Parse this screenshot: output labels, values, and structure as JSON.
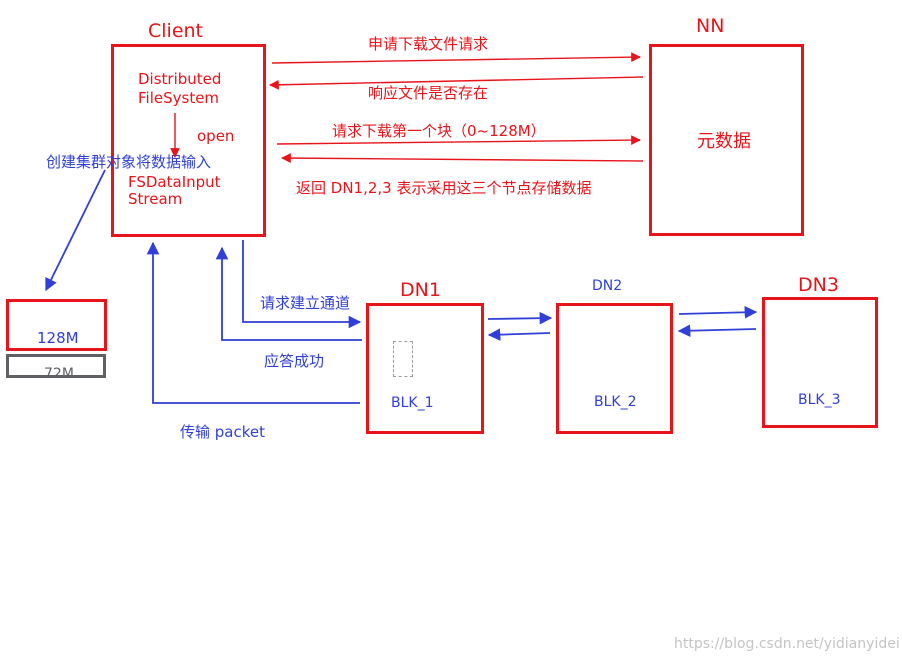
{
  "client": {
    "title": "Client",
    "label_line1": "Distributed",
    "label_line2": "FileSystem",
    "open": "open",
    "fsdata_line1": "FSDataInput",
    "fsdata_line2": "Stream"
  },
  "namenode": {
    "title": "NN",
    "content": "元数据"
  },
  "messages": {
    "request_download": "申请下载文件请求",
    "response_exists": "响应文件是否存在",
    "request_first_block": "请求下载第一个块（0~128M）",
    "return_datanodes": "返回 DN1,2,3 表示采用这三个节点存储数据",
    "create_cluster": "创建集群对象将数据输入",
    "request_channel": "请求建立通道",
    "ack_success": "应答成功",
    "transfer_packet": "传输 packet"
  },
  "blocks": {
    "first": "128M",
    "second": "72M"
  },
  "datanodes": [
    {
      "title": "DN1",
      "block": "BLK_1"
    },
    {
      "title": "DN2",
      "block": "BLK_2"
    },
    {
      "title": "DN3",
      "block": "BLK_3"
    }
  ],
  "watermark": "https://blog.csdn.net/yidianyidei",
  "colors": {
    "red": "#e8141b",
    "blue": "#2f3fd8",
    "gray": "#5f5f64"
  }
}
